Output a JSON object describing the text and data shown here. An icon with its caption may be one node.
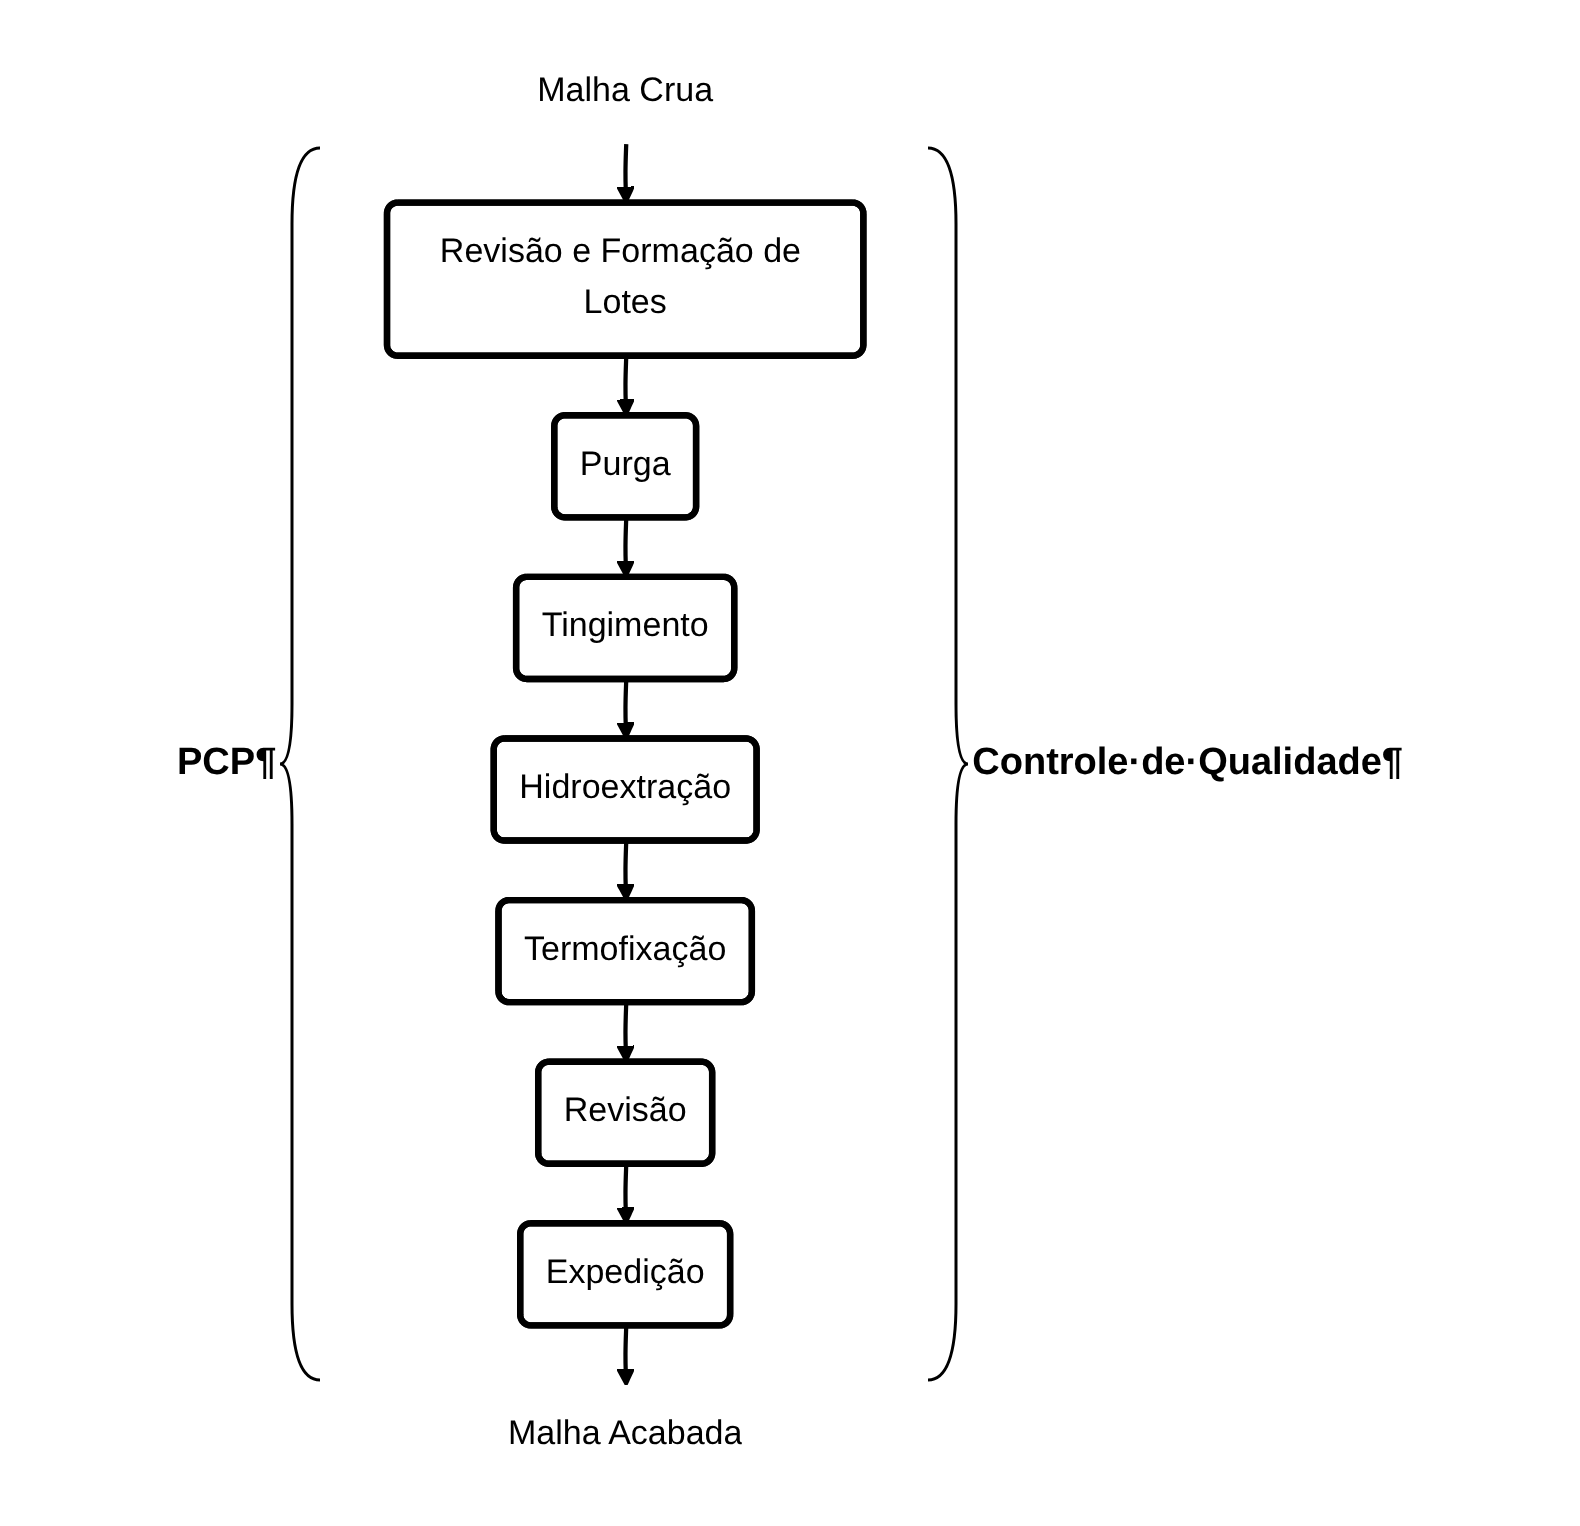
{
  "diagram": {
    "nodes": [
      {
        "text": [
          "Malha Crua"
        ]
      },
      {
        "text": [
          "Revisão e Formação de Lotes"
        ]
      },
      {
        "text": [
          "Purga"
        ]
      },
      {
        "text": [
          "Tingimento"
        ]
      },
      {
        "text": [
          "Hidroextração"
        ]
      },
      {
        "text": [
          "Termofixação"
        ]
      },
      {
        "text": [
          "Revisão"
        ]
      },
      {
        "text": [
          "Expedição"
        ]
      },
      {
        "text": [
          "Malha Acabada"
        ]
      }
    ],
    "edges": [
      {
        "from": 0,
        "to": 1,
        "arrow": "to"
      },
      {
        "from": 1,
        "to": 2,
        "arrow": "to"
      },
      {
        "from": 2,
        "to": 3,
        "arrow": "to"
      },
      {
        "from": 3,
        "to": 4,
        "arrow": "to"
      },
      {
        "from": 4,
        "to": 5,
        "arrow": "to"
      },
      {
        "from": 5,
        "to": 6,
        "arrow": "to"
      },
      {
        "from": 6,
        "to": 7,
        "arrow": "to"
      },
      {
        "from": 7,
        "to": 8,
        "arrow": "to"
      }
    ],
    "labels": [
      "PCP¶",
      "Controle·de·Qualidade¶"
    ]
  }
}
